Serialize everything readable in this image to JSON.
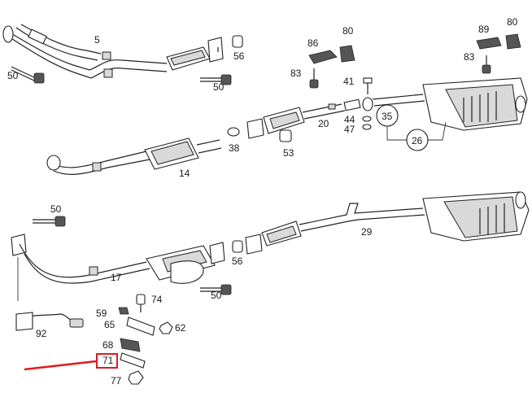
{
  "labels": {
    "top": [
      "5",
      "50",
      "56",
      "50",
      "86",
      "80",
      "89",
      "80",
      "83",
      "83",
      "41",
      "35",
      "44",
      "47",
      "26",
      "20",
      "38",
      "53",
      "14"
    ],
    "bottom": [
      "50",
      "29",
      "56",
      "17",
      "50",
      "92",
      "59",
      "74",
      "65",
      "62",
      "68",
      "71",
      "77"
    ]
  },
  "annotation": {
    "color": "#e0191c",
    "highlighted_part": "71"
  }
}
